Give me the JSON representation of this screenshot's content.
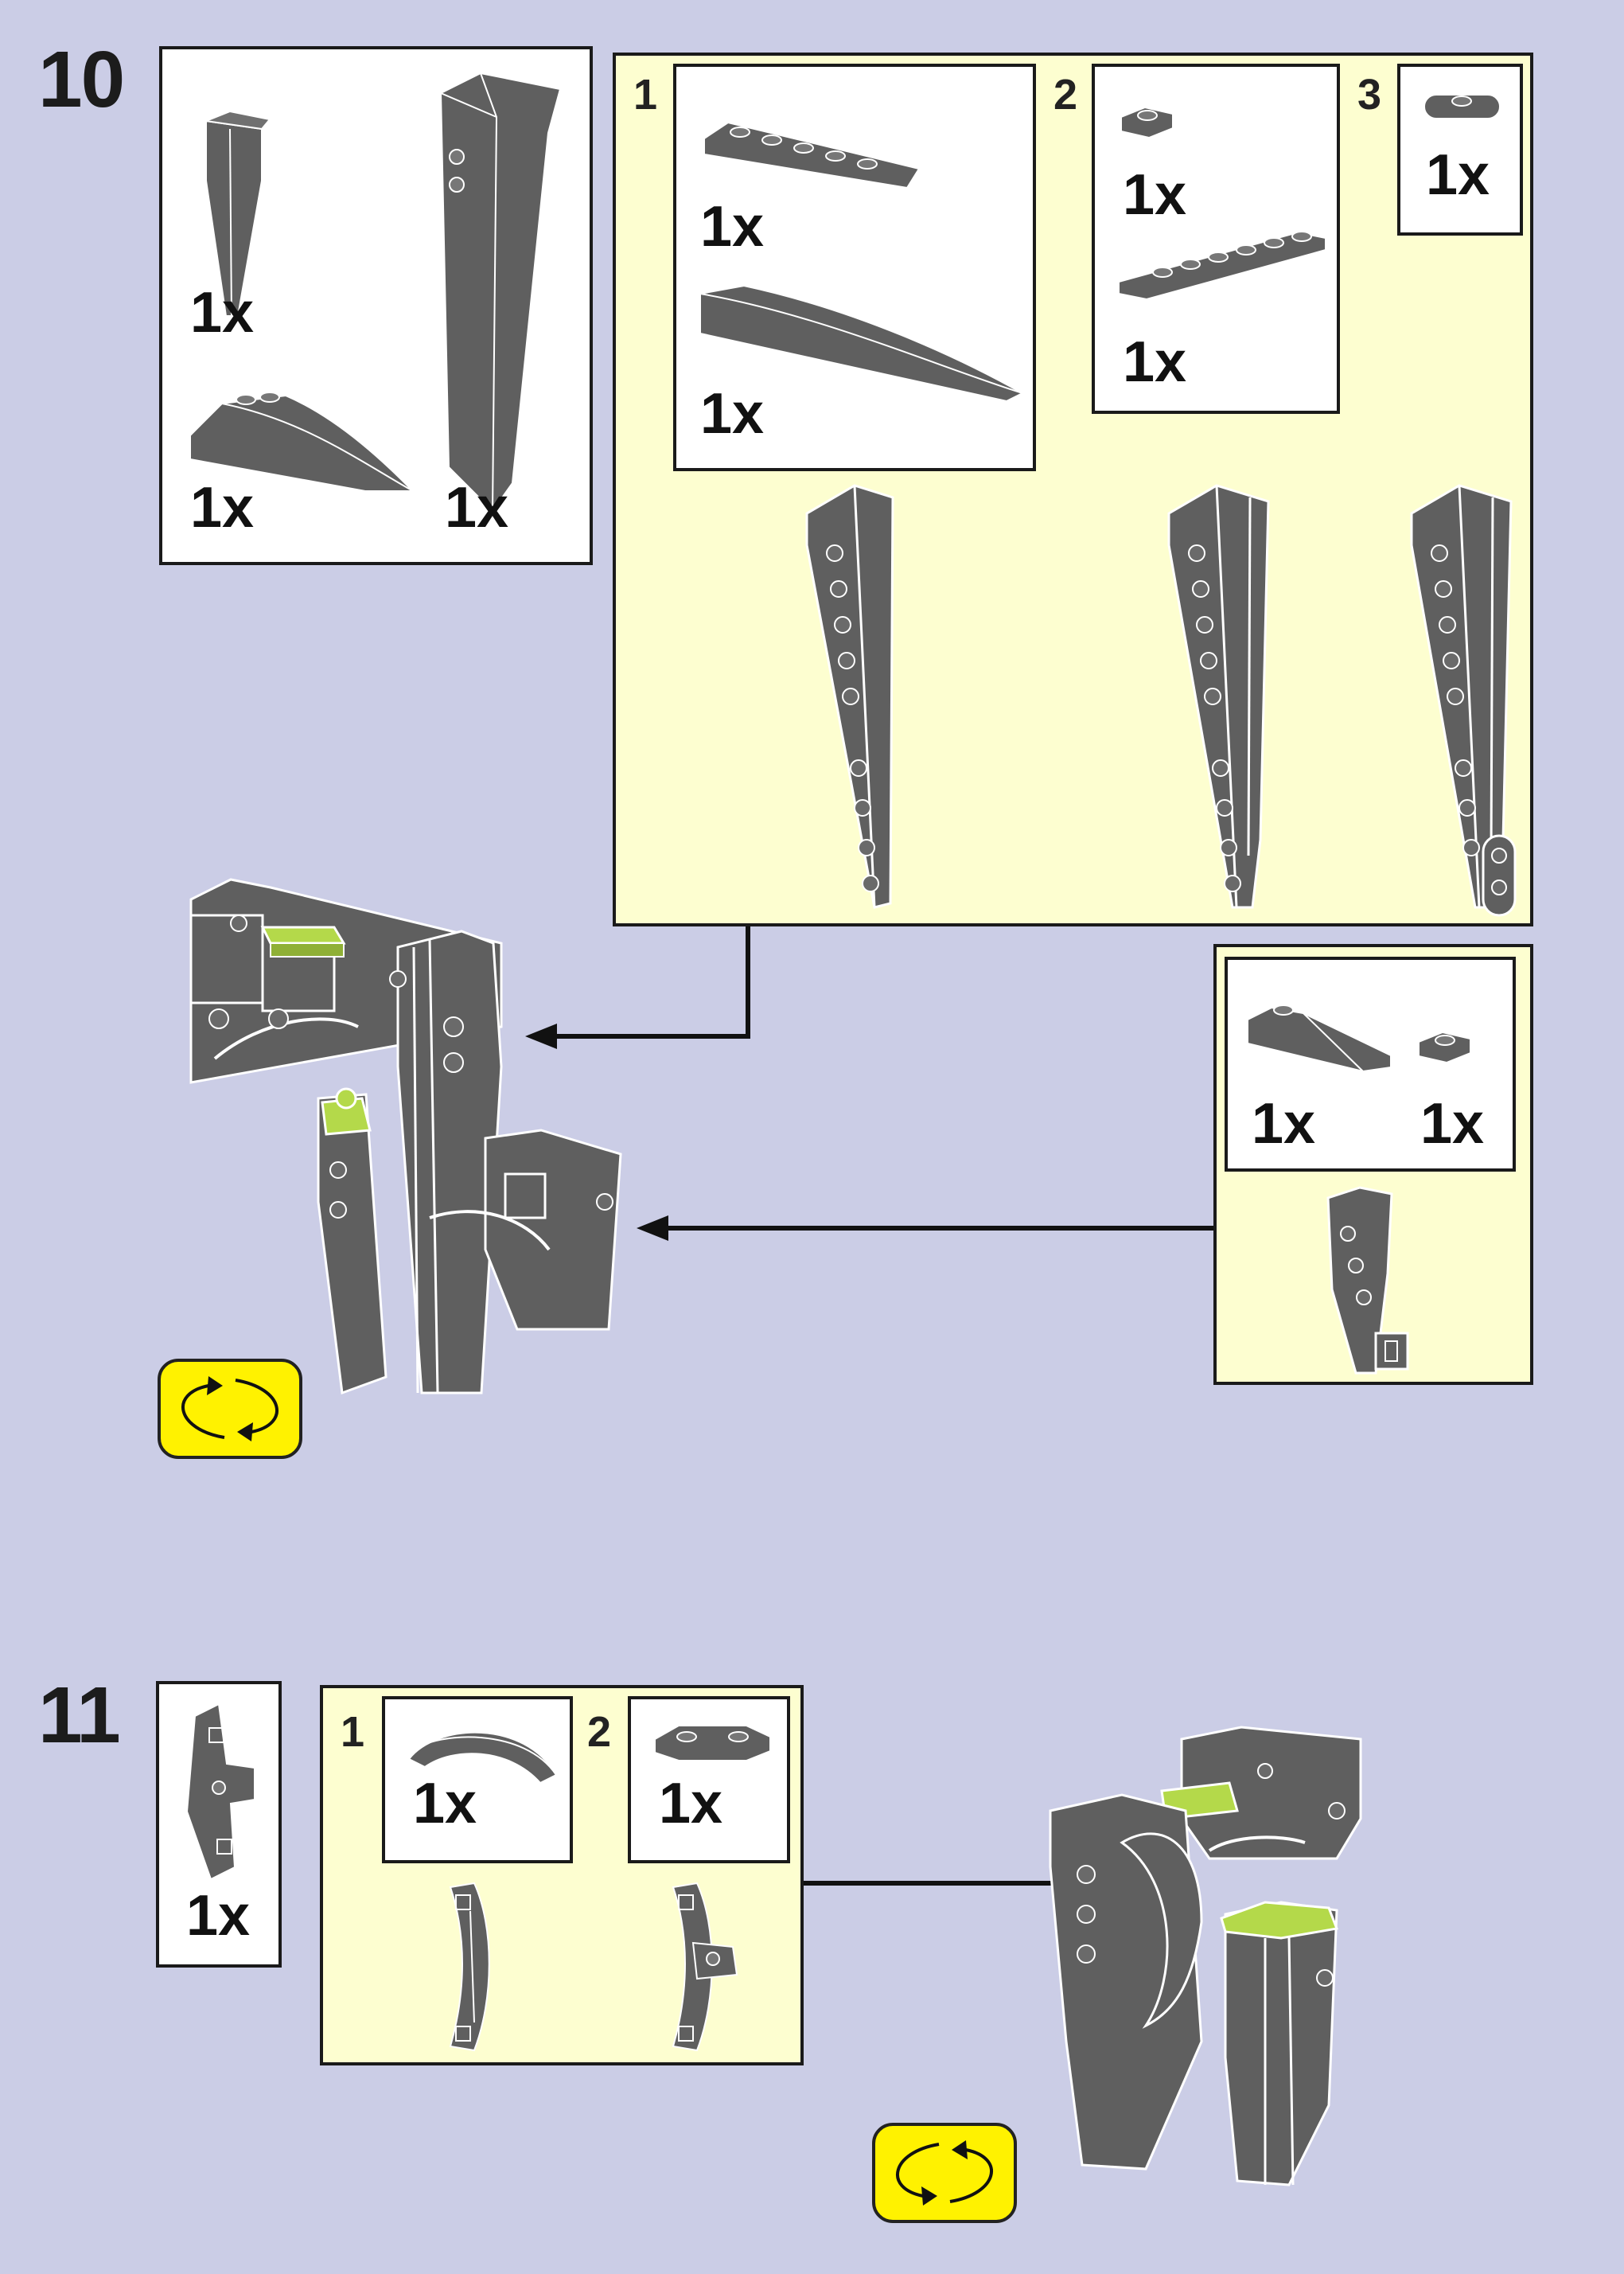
{
  "colors": {
    "background": "#cbcde6",
    "submodel_fill": "#fdfed0",
    "part_dark_gray": "#5f5f5f",
    "highlight_lime": "#b4d94a",
    "rotate_badge": "#fff200"
  },
  "steps": [
    {
      "number": "10",
      "parts": [
        {
          "icon": "wedge-slope-icon",
          "qty": "1x"
        },
        {
          "icon": "curved-wedge-slope-icon",
          "qty": "1x"
        },
        {
          "icon": "tall-wedge-panel-icon",
          "qty": "1x"
        }
      ],
      "submodel": {
        "substeps": [
          {
            "number": "1",
            "parts": [
              {
                "icon": "wedge-plate-icon",
                "qty": "1x"
              },
              {
                "icon": "curved-slope-icon",
                "qty": "1x"
              }
            ]
          },
          {
            "number": "2",
            "parts": [
              {
                "icon": "plate-1x1-icon",
                "qty": "1x"
              },
              {
                "icon": "plate-1x6-icon",
                "qty": "1x"
              }
            ]
          },
          {
            "number": "3",
            "parts": [
              {
                "icon": "plate-round-end-icon",
                "qty": "1x"
              }
            ]
          }
        ]
      },
      "submodel_b": {
        "parts": [
          {
            "icon": "slope-brick-icon",
            "qty": "1x"
          },
          {
            "icon": "plate-1x1-icon",
            "qty": "1x"
          }
        ]
      },
      "rotate_icon": "rotate-model-icon"
    },
    {
      "number": "11",
      "parts": [
        {
          "icon": "bracket-plate-icon",
          "qty": "1x"
        }
      ],
      "submodel": {
        "substeps": [
          {
            "number": "1",
            "parts": [
              {
                "icon": "curved-arch-icon",
                "qty": "1x"
              }
            ]
          },
          {
            "number": "2",
            "parts": [
              {
                "icon": "bracket-plate-icon",
                "qty": "1x"
              }
            ]
          }
        ]
      },
      "rotate_icon": "rotate-model-icon"
    }
  ]
}
